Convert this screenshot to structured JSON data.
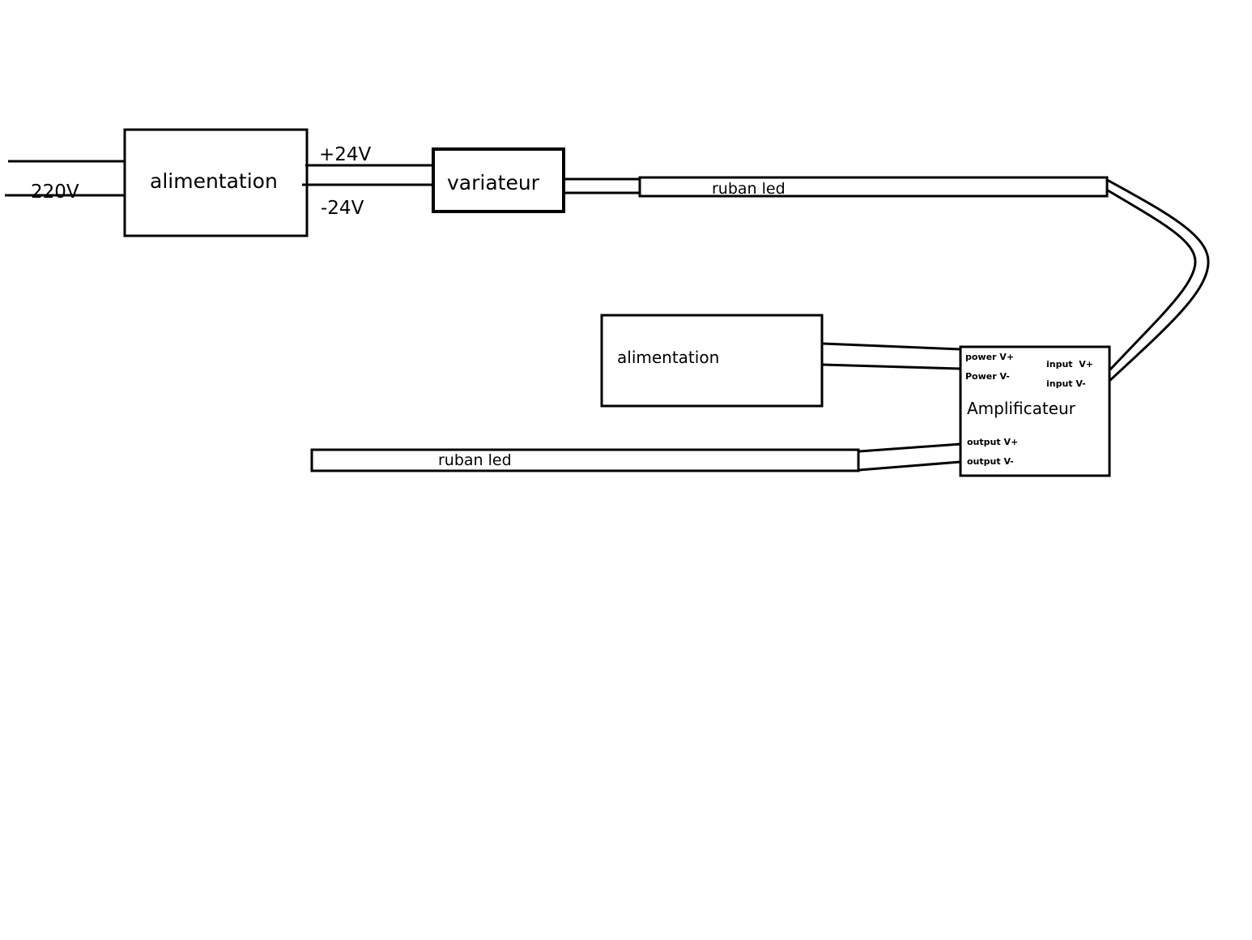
{
  "colors": {
    "stroke": "#000000",
    "background": "#ffffff"
  },
  "mains": {
    "voltage_label": "220V"
  },
  "psu_1": {
    "label": "alimentation",
    "plus_label": "+24V",
    "minus_label": "-24V"
  },
  "dimmer": {
    "label": "variateur"
  },
  "led_strip_1": {
    "label": "ruban led"
  },
  "psu_2": {
    "label": "alimentation"
  },
  "amplifier": {
    "label": "Amplificateur",
    "power_plus": "power V+",
    "power_minus": "Power V-",
    "input_plus": "input  V+",
    "input_minus": "input V-",
    "output_plus": "output V+",
    "output_minus": "output V-"
  },
  "led_strip_2": {
    "label": "ruban led"
  }
}
